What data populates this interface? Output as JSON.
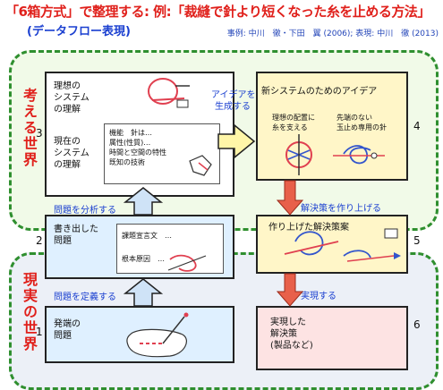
{
  "header": {
    "title": "「6箱方式」で整理する:  例:「裁縫で針より短くなった糸を止める方法」",
    "subtitle": "(データフロー表現)",
    "credit": "事例: 中川　徹・下田　翼 (2006);  表現: 中川　徹 (2013)"
  },
  "regions": {
    "think": "考える世界",
    "real": "現実の世界"
  },
  "box3": {
    "number": "3",
    "ideal": [
      "理想の",
      "システム",
      "の理解"
    ],
    "current": [
      "現在の",
      "システム",
      "の理解"
    ],
    "details": [
      "機能　針は…",
      "属性(性質)…",
      "時間と空間の特性",
      "既知の技術"
    ]
  },
  "box2": {
    "number": "2",
    "label": [
      "書き出した",
      "問題"
    ],
    "items": [
      "課題宣言文　…",
      "根本原因　…"
    ]
  },
  "box1": {
    "number": "1",
    "label": [
      "発端の",
      "問題"
    ]
  },
  "box4": {
    "number": "4",
    "title": "新システムのためのアイデア",
    "idea_left": [
      "理想の配置に",
      "糸を支える"
    ],
    "idea_right": [
      "先端のない",
      "玉止め専用の針"
    ]
  },
  "box5": {
    "number": "5",
    "title": "作り上げた解決策案"
  },
  "box6": {
    "number": "6",
    "label": [
      "実現した",
      "解決策",
      "(製品など)"
    ]
  },
  "arrows": {
    "define": "問題を定義する",
    "analyze": "問題を分析する",
    "generate": [
      "アイデアを",
      "生成する"
    ],
    "build": "解決策を作り上げる",
    "realize": "実現する"
  },
  "colors": {
    "title_red": "#e0201b",
    "label_blue": "#1a3fd0",
    "region_border": "#2f8f2f",
    "arrow_up_fill": "#cfe3f7",
    "arrow_red": "#e8604a",
    "arrow_yellow": "#fff6a8"
  }
}
